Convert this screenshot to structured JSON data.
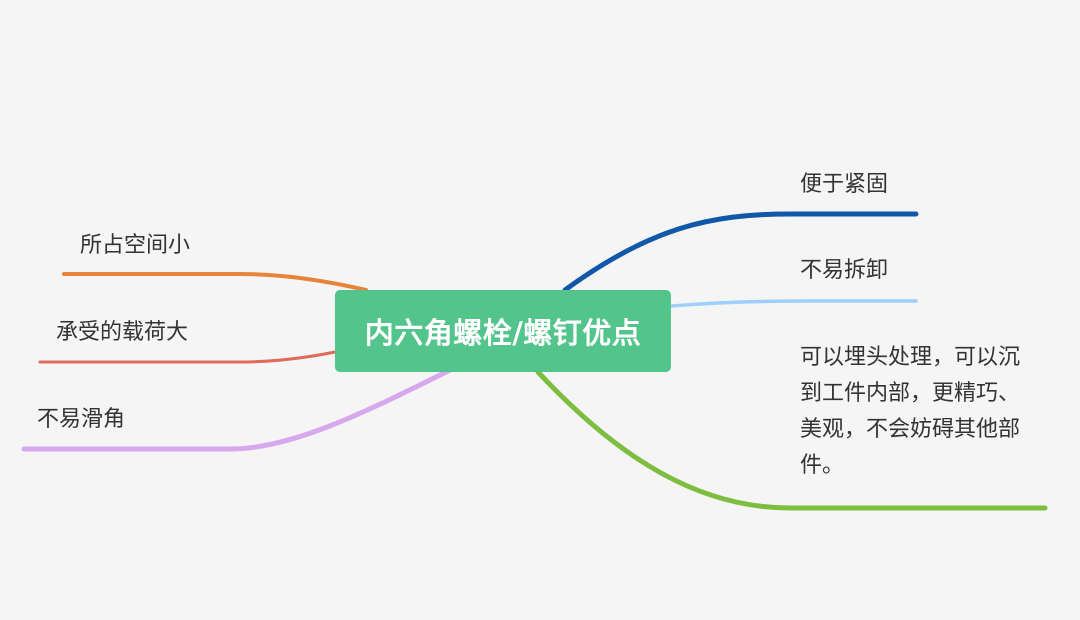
{
  "mindmap": {
    "central": {
      "label": "内六角螺栓/螺钉优点",
      "color": "#52c48c"
    },
    "branches": [
      {
        "id": "b1",
        "side": "right",
        "label": "便于紧固",
        "color": "#1158a8"
      },
      {
        "id": "b2",
        "side": "right",
        "label": "不易拆卸",
        "color": "#9dd0fa"
      },
      {
        "id": "b3",
        "side": "right",
        "label": "可以埋头处理，可以沉到工件内部，更精巧、美观，不会妨碍其他部件。",
        "color": "#7dbd40"
      },
      {
        "id": "b4",
        "side": "left",
        "label": "所占空间小",
        "color": "#e8833a"
      },
      {
        "id": "b5",
        "side": "left",
        "label": "承受的载荷大",
        "color": "#e06b58"
      },
      {
        "id": "b6",
        "side": "left",
        "label": "不易滑角",
        "color": "#d7a8ee"
      }
    ]
  }
}
